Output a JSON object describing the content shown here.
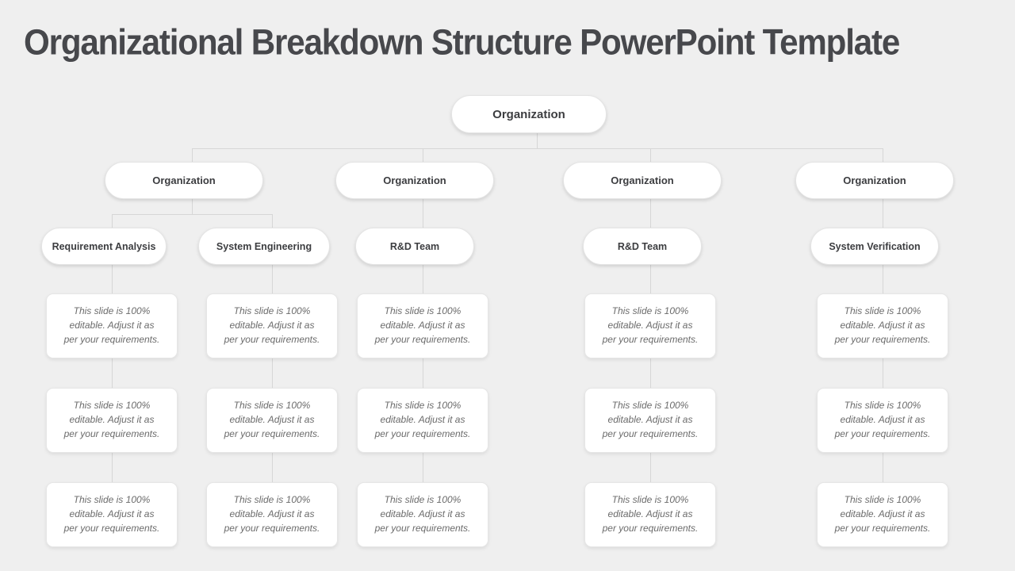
{
  "slide": {
    "title": "Organizational Breakdown Structure PowerPoint Template"
  },
  "org": {
    "root": {
      "label": "Organization",
      "accent": "navy"
    },
    "level2": [
      {
        "label": "Organization",
        "accent": "blue"
      },
      {
        "label": "Organization",
        "accent": "green"
      },
      {
        "label": "Organization",
        "accent": "orange"
      },
      {
        "label": "Organization",
        "accent": "yellow"
      }
    ],
    "level3": [
      {
        "label": "Requirement Analysis",
        "accent": "blue"
      },
      {
        "label": "System Engineering",
        "accent": "blue"
      },
      {
        "label": "R&D Team",
        "accent": "green"
      },
      {
        "label": "R&D Team",
        "accent": "orange"
      },
      {
        "label": "System Verification",
        "accent": "yellow"
      }
    ],
    "note": "This slide is 100%\neditable. Adjust  it as\nper your requirements."
  },
  "colors": {
    "navy": "#27497F",
    "blue": "#3365C3",
    "green": "#70AD47",
    "orange": "#EF7D3D",
    "yellow": "#F8B427",
    "connector": "#d6d6d6",
    "background": "#efefef",
    "title_text": "#47484c",
    "node_text": "#3c3d40",
    "note_text": "#6b6b6b"
  }
}
